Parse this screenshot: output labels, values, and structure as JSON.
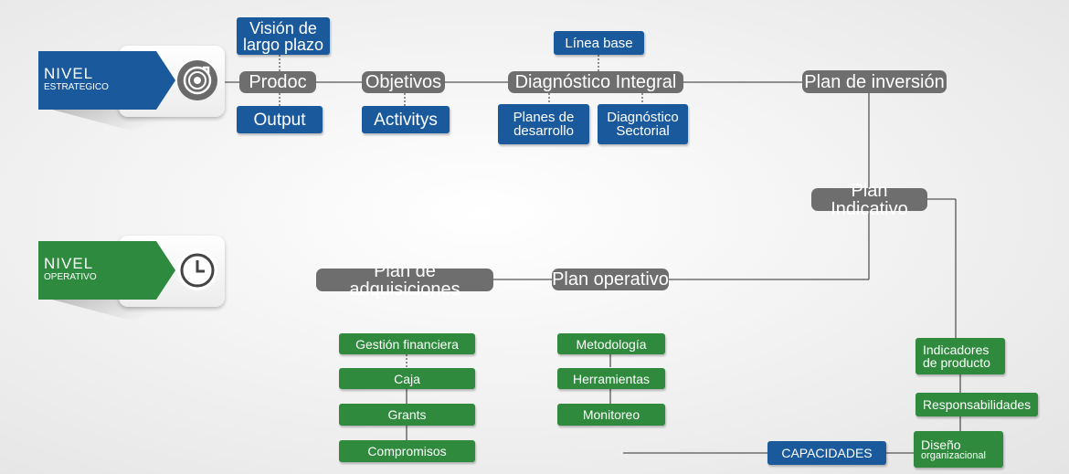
{
  "levels": {
    "strategic": {
      "line1": "NIVEL",
      "line2": "ESTRATEGICO",
      "icon": "target-cycle-icon",
      "color": "#1a5a9c"
    },
    "operative": {
      "line1": "NIVEL",
      "line2": "OPERATIVO",
      "icon": "clock-icon",
      "color": "#2e8a3e"
    }
  },
  "strategic": {
    "vision": "Visión de\nlargo plazo",
    "prodoc": "Prodoc",
    "output": "Output",
    "objetivos": "Objetivos",
    "activitys": "Activitys",
    "linea_base": "Línea base",
    "diagnostico_integral": "Diagnóstico Integral",
    "planes_desarrollo": "Planes de\ndesarrollo",
    "diagnostico_sectorial": "Diagnóstico\nSectorial",
    "plan_inversion": "Plan de inversión"
  },
  "operative": {
    "plan_indicativo": "Plan Indicativo",
    "plan_operativo": "Plan operativo",
    "plan_adquisiciones": "Plan de adquisiciones",
    "finance_items": [
      "Gestión financiera",
      "Caja",
      "Grants",
      "Compromisos"
    ],
    "method_items": [
      "Metodología",
      "Herramientas",
      "Monitoreo"
    ],
    "indicadores": "Indicadores\nde producto",
    "responsabilidades": "Responsabilidades",
    "diseno": "Diseño",
    "diseno_sub": "organizacional",
    "capacidades": "CAPACIDADES"
  },
  "colors": {
    "gray": "#6e6e6e",
    "blue": "#1a5a9c",
    "green": "#2f8a3d",
    "line": "#555555"
  }
}
